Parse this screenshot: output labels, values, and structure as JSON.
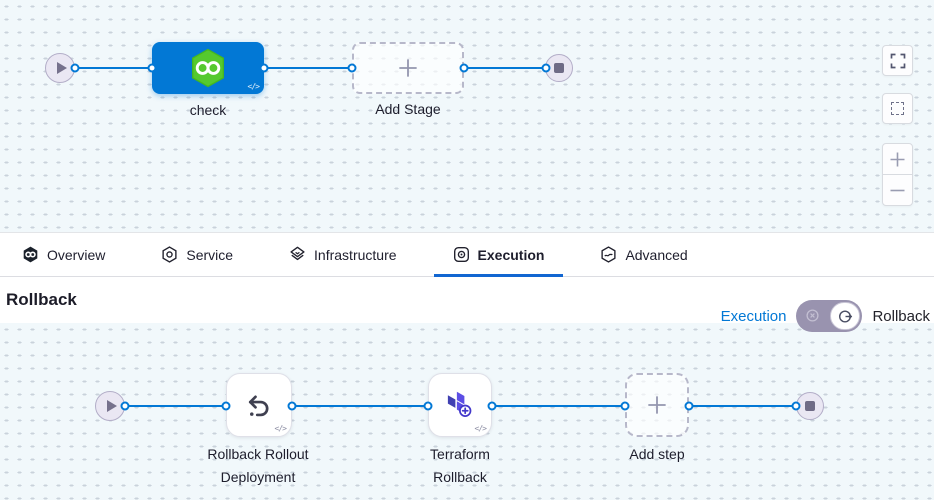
{
  "colors": {
    "accent_blue": "#0278d5",
    "tab_underline_blue": "#1266d1",
    "stage_blue": "#0278d5",
    "harness_green": "#55c92e",
    "terraform_purple": "#5c4ee5",
    "terraform_dark_purple": "#4040b2",
    "canvas_background": "#f1f8fb"
  },
  "stage_pipeline": {
    "stage_label": "check",
    "add_stage_label": "Add Stage",
    "code_glyph": "</>",
    "start_icon": "play-icon",
    "end_icon": "stop-icon",
    "stage_icon": "harness-cd-green-hexagon-icon"
  },
  "canvas_controls": {
    "icons": [
      "fullscreen-icon",
      "marquee-select-icon",
      "zoom-in-icon",
      "zoom-out-icon"
    ]
  },
  "tabs": [
    {
      "label": "Overview",
      "icon": "harness-pipeline-icon",
      "active": false
    },
    {
      "label": "Service",
      "icon": "service-hexagon-icon",
      "active": false
    },
    {
      "label": "Infrastructure",
      "icon": "infrastructure-layers-icon",
      "active": false
    },
    {
      "label": "Execution",
      "icon": "execution-steps-icon",
      "active": true
    },
    {
      "label": "Advanced",
      "icon": "advanced-hexagon-icon",
      "active": false
    }
  ],
  "rollback_section": {
    "heading": "Rollback",
    "mode_toggle": {
      "left_label": "Execution",
      "right_label": "Rollback",
      "state": "rollback-selected",
      "off_icon": "execution-mini-icon",
      "knob_icon": "rollback-circular-arrow-icon"
    }
  },
  "rollback_pipeline": {
    "steps": [
      {
        "label": "Rollback Rollout Deployment",
        "icon": "undo-rollback-icon"
      },
      {
        "label": "Terraform Rollback",
        "icon": "terraform-icon"
      }
    ],
    "add_step_label": "Add step",
    "code_glyph": "</>"
  }
}
